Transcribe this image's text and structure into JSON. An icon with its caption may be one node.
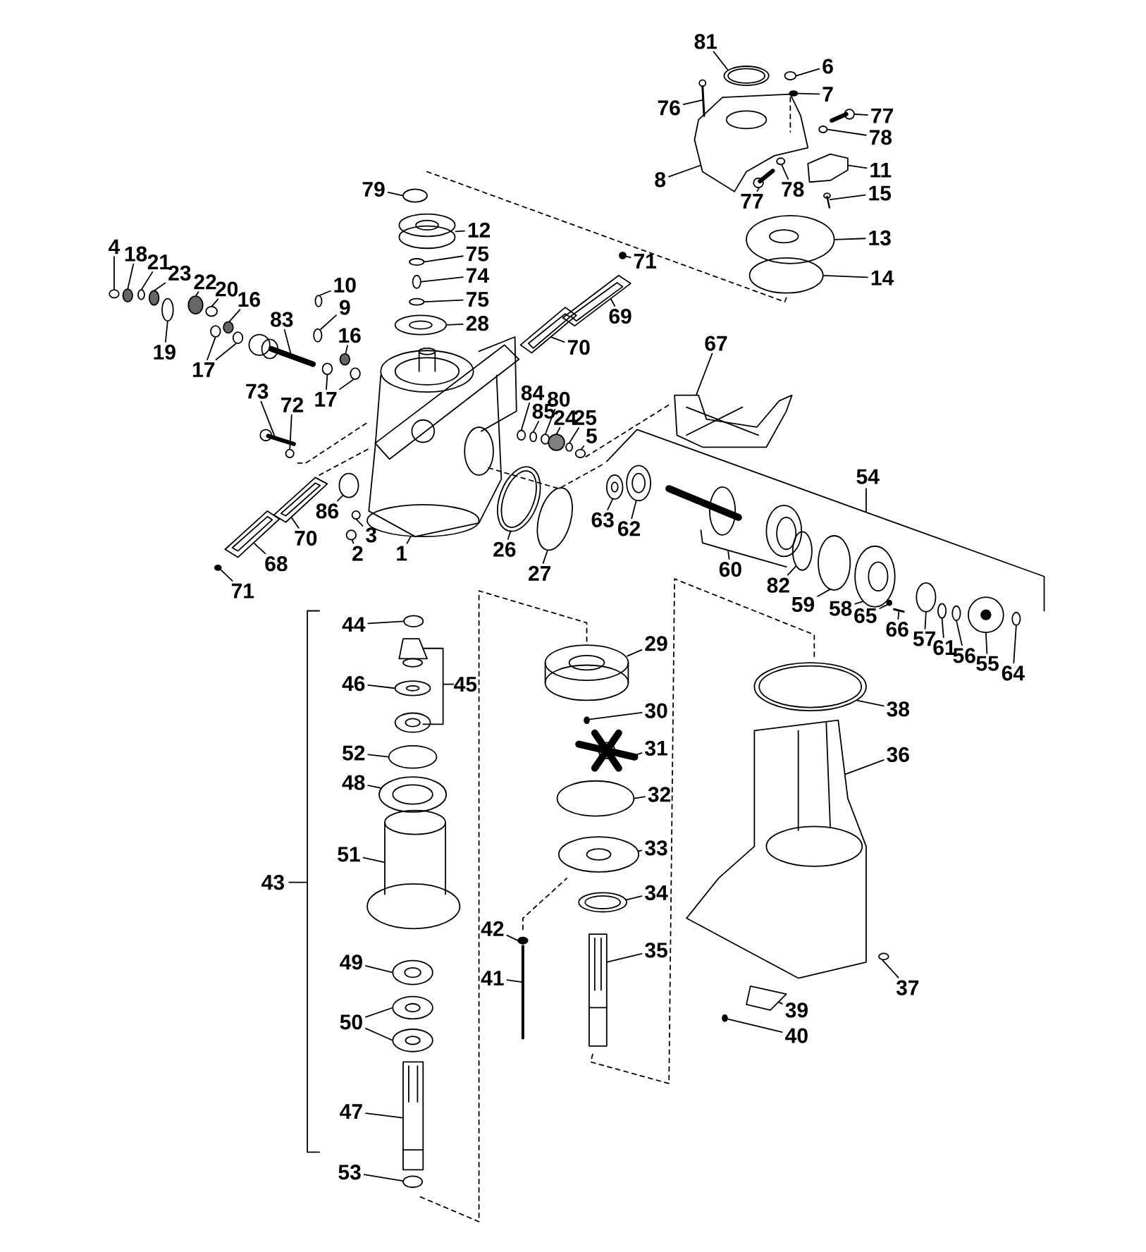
{
  "diagram": {
    "nodes": [
      {
        "text": [
          "81"
        ]
      },
      {
        "text": [
          "6"
        ]
      },
      {
        "text": [
          "7"
        ]
      },
      {
        "text": [
          "76"
        ]
      },
      {
        "text": [
          "77"
        ]
      },
      {
        "text": [
          "78"
        ]
      },
      {
        "text": [
          "8"
        ]
      },
      {
        "text": [
          "11"
        ]
      },
      {
        "text": [
          "15"
        ]
      },
      {
        "text": [
          "77"
        ]
      },
      {
        "text": [
          "78"
        ]
      },
      {
        "text": [
          "79"
        ]
      },
      {
        "text": [
          "12"
        ]
      },
      {
        "text": [
          "13"
        ]
      },
      {
        "text": [
          "75"
        ]
      },
      {
        "text": [
          "71"
        ]
      },
      {
        "text": [
          "74"
        ]
      },
      {
        "text": [
          "14"
        ]
      },
      {
        "text": [
          "75"
        ]
      },
      {
        "text": [
          "69"
        ]
      },
      {
        "text": [
          "28"
        ]
      },
      {
        "text": [
          "4"
        ]
      },
      {
        "text": [
          "18"
        ]
      },
      {
        "text": [
          "21"
        ]
      },
      {
        "text": [
          "23"
        ]
      },
      {
        "text": [
          "22"
        ]
      },
      {
        "text": [
          "20"
        ]
      },
      {
        "text": [
          "16"
        ]
      },
      {
        "text": [
          "10"
        ]
      },
      {
        "text": [
          "9"
        ]
      },
      {
        "text": [
          "83"
        ]
      },
      {
        "text": [
          "19"
        ]
      },
      {
        "text": [
          "16"
        ]
      },
      {
        "text": [
          "70"
        ]
      },
      {
        "text": [
          "17"
        ]
      },
      {
        "text": [
          "67"
        ]
      },
      {
        "text": [
          "73"
        ]
      },
      {
        "text": [
          "84"
        ]
      },
      {
        "text": [
          "17"
        ]
      },
      {
        "text": [
          "80"
        ]
      },
      {
        "text": [
          "72"
        ]
      },
      {
        "text": [
          "85"
        ]
      },
      {
        "text": [
          "24"
        ]
      },
      {
        "text": [
          "25"
        ]
      },
      {
        "text": [
          "5"
        ]
      },
      {
        "text": [
          "86"
        ]
      },
      {
        "text": [
          "63"
        ]
      },
      {
        "text": [
          "62"
        ]
      },
      {
        "text": [
          "3"
        ]
      },
      {
        "text": [
          "26"
        ]
      },
      {
        "text": [
          "70"
        ]
      },
      {
        "text": [
          "2"
        ]
      },
      {
        "text": [
          "1"
        ]
      },
      {
        "text": [
          "27"
        ]
      },
      {
        "text": [
          "68"
        ]
      },
      {
        "text": [
          "60"
        ]
      },
      {
        "text": [
          "71"
        ]
      },
      {
        "text": [
          "82"
        ]
      },
      {
        "text": [
          "59"
        ]
      },
      {
        "text": [
          "58"
        ]
      },
      {
        "text": [
          "65"
        ]
      },
      {
        "text": [
          "66"
        ]
      },
      {
        "text": [
          "57"
        ]
      },
      {
        "text": [
          "61"
        ]
      },
      {
        "text": [
          "56"
        ]
      },
      {
        "text": [
          "55"
        ]
      },
      {
        "text": [
          "64"
        ]
      },
      {
        "text": [
          "44"
        ]
      },
      {
        "text": [
          "29"
        ]
      },
      {
        "text": [
          "46"
        ]
      },
      {
        "text": [
          "30"
        ]
      },
      {
        "text": [
          "38"
        ]
      },
      {
        "text": [
          "31"
        ]
      },
      {
        "text": [
          "52"
        ]
      },
      {
        "text": [
          "36"
        ]
      },
      {
        "text": [
          "48"
        ]
      },
      {
        "text": [
          "32"
        ]
      },
      {
        "text": [
          "33"
        ]
      },
      {
        "text": [
          "51"
        ]
      },
      {
        "text": [
          "34"
        ]
      },
      {
        "text": [
          "42"
        ]
      },
      {
        "text": [
          "35"
        ]
      },
      {
        "text": [
          "49"
        ]
      },
      {
        "text": [
          "41"
        ]
      },
      {
        "text": [
          "37"
        ]
      },
      {
        "text": [
          "39"
        ]
      },
      {
        "text": [
          "50"
        ]
      },
      {
        "text": [
          "40"
        ]
      },
      {
        "text": [
          "47"
        ]
      },
      {
        "text": [
          "53"
        ]
      },
      {
        "text": [],
        "shape": "circle"
      },
      {
        "text": [],
        "shape": "circle"
      },
      {
        "text": [],
        "shape": "circle"
      },
      {
        "text": [],
        "shape": "picture"
      },
      {
        "text": [],
        "shape": "picture"
      },
      {
        "text": [],
        "shape": "circle"
      },
      {
        "text": [],
        "shape": "picture"
      },
      {
        "text": [],
        "shape": "picture"
      },
      {
        "text": [],
        "shape": "picture"
      },
      {
        "text": [],
        "shape": "picture"
      },
      {
        "text": [],
        "shape": "circle"
      },
      {
        "text": [],
        "shape": "circle"
      },
      {
        "text": [],
        "shape": "picture"
      },
      {
        "text": [],
        "shape": "circle"
      },
      {
        "text": [],
        "shape": "circle"
      },
      {
        "text": [],
        "shape": "circle"
      },
      {
        "text": [],
        "shape": "circle"
      },
      {
        "text": [],
        "shape": "circle"
      },
      {
        "text": [],
        "shape": "circle"
      },
      {
        "text": [],
        "shape": "picture"
      },
      {
        "text": [],
        "shape": "circle"
      },
      {
        "text": [],
        "shape": "circle"
      },
      {
        "text": [],
        "shape": "circle"
      },
      {
        "text": [],
        "shape": "circle"
      },
      {
        "text": [],
        "shape": "circle"
      },
      {
        "text": [],
        "shape": "circle"
      },
      {
        "text": [],
        "shape": "circle"
      },
      {
        "text": [],
        "shape": "circle"
      },
      {
        "text": [],
        "shape": "circle"
      },
      {
        "text": [],
        "shape": "circle"
      },
      {
        "text": [],
        "shape": "picture"
      },
      {
        "text": [],
        "shape": "circle"
      },
      {
        "text": [],
        "shape": "circle"
      },
      {
        "text": [],
        "shape": "picture"
      },
      {
        "text": [],
        "shape": "circle"
      },
      {
        "text": [],
        "shape": "circle"
      },
      {
        "text": [],
        "shape": "picture"
      },
      {
        "text": [],
        "shape": "picture"
      },
      {
        "text": [],
        "shape": "circle"
      },
      {
        "text": [],
        "shape": "circle"
      },
      {
        "text": [],
        "shape": "circle"
      },
      {
        "text": [],
        "shape": "circle"
      },
      {
        "text": [],
        "shape": "circle"
      },
      {
        "text": [],
        "shape": "circle"
      },
      {
        "text": [],
        "shape": "circle"
      },
      {
        "text": [],
        "shape": "circle"
      },
      {
        "text": [],
        "shape": "circle"
      },
      {
        "text": [],
        "shape": "circle"
      },
      {
        "text": [],
        "shape": "circle"
      },
      {
        "text": [],
        "shape": "circle"
      },
      {
        "text": [],
        "shape": "circle"
      },
      {
        "text": [],
        "shape": "circle"
      },
      {
        "text": [],
        "shape": "picture"
      },
      {
        "text": [],
        "shape": "circle"
      },
      {
        "text": [],
        "shape": "picture"
      },
      {
        "text": [],
        "shape": "circle"
      },
      {
        "text": [],
        "shape": "picture"
      },
      {
        "text": [],
        "shape": "picture"
      },
      {
        "text": [],
        "shape": "circle"
      },
      {
        "text": [],
        "shape": "circle"
      },
      {
        "text": [],
        "shape": "circle"
      },
      {
        "text": [],
        "shape": "circle"
      },
      {
        "text": [],
        "shape": "circle"
      },
      {
        "text": [],
        "shape": "picture"
      },
      {
        "text": [],
        "shape": "circle"
      },
      {
        "text": [],
        "shape": "circle"
      },
      {
        "text": [],
        "shape": "circle"
      },
      {
        "text": [],
        "shape": "picture"
      },
      {
        "text": [],
        "shape": "circle"
      },
      {
        "text": [],
        "shape": "circle"
      },
      {
        "text": [],
        "shape": "picture"
      },
      {
        "text": [],
        "shape": "circle"
      },
      {
        "text": [],
        "shape": "circle"
      },
      {
        "text": [],
        "shape": "circle"
      },
      {
        "text": [],
        "shape": "picture"
      },
      {
        "text": [],
        "shape": "circle"
      },
      {
        "text": [],
        "shape": "picture"
      },
      {
        "text": [],
        "shape": "circle"
      },
      {
        "text": [],
        "shape": "circle"
      },
      {
        "text": [],
        "shape": "circle"
      },
      {
        "text": [],
        "shape": "picture"
      },
      {
        "text": [],
        "shape": "circle"
      },
      {
        "text": [],
        "shape": "circle"
      },
      {
        "text": [],
        "shape": "picture"
      },
      {
        "text": [],
        "shape": "circle"
      },
      {
        "text": [],
        "shape": "picture"
      },
      {
        "text": [],
        "shape": "circle"
      },
      {
        "text": [],
        "shape": "picture"
      },
      {
        "text": [],
        "shape": "circle"
      },
      {
        "text": [],
        "shape": "circle"
      },
      {
        "text": [],
        "shape": "circle"
      },
      {
        "text": [],
        "shape": "picture"
      },
      {
        "text": [],
        "shape": "circle"
      }
    ],
    "edges": [
      {
        "from": 0,
        "to": 90,
        "arrow": "none"
      },
      {
        "from": 1,
        "to": 91,
        "arrow": "none"
      },
      {
        "from": 2,
        "to": 92,
        "arrow": "none"
      },
      {
        "from": 3,
        "to": 93,
        "arrow": "none"
      },
      {
        "from": 4,
        "to": 94,
        "arrow": "none"
      },
      {
        "from": 5,
        "to": 95,
        "arrow": "none"
      },
      {
        "from": 6,
        "to": 96,
        "arrow": "none"
      },
      {
        "from": 7,
        "to": 97,
        "arrow": "none"
      },
      {
        "from": 8,
        "to": 98,
        "arrow": "none"
      },
      {
        "from": 9,
        "to": 99,
        "arrow": "none"
      },
      {
        "from": 10,
        "to": 100,
        "arrow": "none"
      },
      {
        "from": 11,
        "to": 101,
        "arrow": "none"
      },
      {
        "from": 12,
        "to": 102,
        "arrow": "none"
      },
      {
        "from": 13,
        "to": 103,
        "arrow": "none"
      },
      {
        "from": 14,
        "to": 104,
        "arrow": "none"
      },
      {
        "from": 15,
        "to": 105,
        "arrow": "none"
      },
      {
        "from": 16,
        "to": 106,
        "arrow": "none"
      },
      {
        "from": 17,
        "to": 107,
        "arrow": "none"
      },
      {
        "from": 18,
        "to": 108,
        "arrow": "none"
      },
      {
        "from": 19,
        "to": 109,
        "arrow": "none"
      },
      {
        "from": 20,
        "to": 110,
        "arrow": "none"
      },
      {
        "from": 21,
        "to": 111,
        "arrow": "none"
      },
      {
        "from": 22,
        "to": 112,
        "arrow": "none"
      },
      {
        "from": 23,
        "to": 113,
        "arrow": "none"
      },
      {
        "from": 24,
        "to": 114,
        "arrow": "none"
      },
      {
        "from": 25,
        "to": 115,
        "arrow": "none"
      },
      {
        "from": 26,
        "to": 116,
        "arrow": "none"
      },
      {
        "from": 27,
        "to": 117,
        "arrow": "none"
      },
      {
        "from": 28,
        "to": 118,
        "arrow": "none"
      },
      {
        "from": 29,
        "to": 119,
        "arrow": "none"
      },
      {
        "from": 30,
        "to": 120,
        "arrow": "none"
      },
      {
        "from": 31,
        "to": 121,
        "arrow": "none"
      },
      {
        "from": 32,
        "to": 122,
        "arrow": "none"
      },
      {
        "from": 33,
        "to": 123,
        "arrow": "none"
      },
      {
        "from": 34,
        "to": 124,
        "arrow": "none"
      },
      {
        "from": 34,
        "to": 125,
        "arrow": "none"
      },
      {
        "from": 35,
        "to": 126,
        "arrow": "none"
      },
      {
        "from": 36,
        "to": 127,
        "arrow": "none"
      },
      {
        "from": 37,
        "to": 128,
        "arrow": "none"
      },
      {
        "from": 38,
        "to": 129,
        "arrow": "none"
      },
      {
        "from": 38,
        "to": 130,
        "arrow": "none"
      },
      {
        "from": 39,
        "to": 131,
        "arrow": "none"
      },
      {
        "from": 40,
        "to": 132,
        "arrow": "none"
      },
      {
        "from": 41,
        "to": 133,
        "arrow": "none"
      },
      {
        "from": 42,
        "to": 134,
        "arrow": "none"
      },
      {
        "from": 43,
        "to": 135,
        "arrow": "none"
      },
      {
        "from": 44,
        "to": 136,
        "arrow": "none"
      },
      {
        "from": 45,
        "to": 137,
        "arrow": "none"
      },
      {
        "from": 46,
        "to": 138,
        "arrow": "none"
      },
      {
        "from": 47,
        "to": 139,
        "arrow": "none"
      },
      {
        "from": 48,
        "to": 140,
        "arrow": "none"
      },
      {
        "from": 49,
        "to": 141,
        "arrow": "none"
      },
      {
        "from": 50,
        "to": 142,
        "arrow": "none"
      },
      {
        "from": 51,
        "to": 143,
        "arrow": "none"
      },
      {
        "from": 52,
        "to": 144,
        "arrow": "none"
      },
      {
        "from": 53,
        "to": 145,
        "arrow": "none"
      },
      {
        "from": 54,
        "to": 146,
        "arrow": "none"
      },
      {
        "from": 55,
        "to": 147,
        "arrow": "none"
      },
      {
        "from": 56,
        "to": 148,
        "arrow": "none"
      },
      {
        "from": 57,
        "to": 149,
        "arrow": "none"
      },
      {
        "from": 58,
        "to": 150,
        "arrow": "none"
      },
      {
        "from": 59,
        "to": 151,
        "arrow": "none"
      },
      {
        "from": 60,
        "to": 152,
        "arrow": "none"
      },
      {
        "from": 61,
        "to": 153,
        "arrow": "none"
      },
      {
        "from": 62,
        "to": 154,
        "arrow": "none"
      },
      {
        "from": 63,
        "to": 155,
        "arrow": "none"
      },
      {
        "from": 64,
        "to": 156,
        "arrow": "none"
      },
      {
        "from": 65,
        "to": 157,
        "arrow": "none"
      },
      {
        "from": 66,
        "to": 158,
        "arrow": "none"
      },
      {
        "from": 67,
        "to": 159,
        "arrow": "none"
      },
      {
        "from": 68,
        "to": 160,
        "arrow": "none"
      },
      {
        "from": 69,
        "to": 161,
        "arrow": "none"
      },
      {
        "from": 70,
        "to": 162,
        "arrow": "none"
      },
      {
        "from": 71,
        "to": 163,
        "arrow": "none"
      },
      {
        "from": 72,
        "to": 164,
        "arrow": "none"
      },
      {
        "from": 73,
        "to": 165,
        "arrow": "none"
      },
      {
        "from": 74,
        "to": 166,
        "arrow": "none"
      },
      {
        "from": 75,
        "to": 167,
        "arrow": "none"
      },
      {
        "from": 76,
        "to": 168,
        "arrow": "none"
      },
      {
        "from": 77,
        "to": 169,
        "arrow": "none"
      },
      {
        "from": 78,
        "to": 170,
        "arrow": "none"
      },
      {
        "from": 79,
        "to": 171,
        "arrow": "none"
      },
      {
        "from": 80,
        "to": 172,
        "arrow": "none"
      },
      {
        "from": 81,
        "to": 173,
        "arrow": "none"
      },
      {
        "from": 82,
        "to": 174,
        "arrow": "none"
      },
      {
        "from": 83,
        "to": 175,
        "arrow": "none"
      },
      {
        "from": 84,
        "to": 176,
        "arrow": "none"
      },
      {
        "from": 85,
        "to": 177,
        "arrow": "none"
      },
      {
        "from": 86,
        "to": 178,
        "arrow": "none"
      },
      {
        "from": 86,
        "to": 179,
        "arrow": "none"
      },
      {
        "from": 87,
        "to": 180,
        "arrow": "none"
      },
      {
        "from": 88,
        "to": 181,
        "arrow": "none"
      },
      {
        "from": 89,
        "to": 182,
        "arrow": "none"
      },
      {
        "from": 160,
        "to": 182,
        "arrow": "none",
        "style": "dashed"
      },
      {
        "from": 163,
        "to": 173,
        "arrow": "none",
        "style": "dashed"
      },
      {
        "from": 136,
        "to": 126,
        "arrow": "none",
        "style": "dashed"
      },
      {
        "from": 132,
        "to": 144,
        "arrow": "none",
        "style": "dashed"
      },
      {
        "from": 142,
        "to": 144,
        "arrow": "none",
        "style": "dashed"
      }
    ],
    "labels": [
      "54",
      "45",
      "43"
    ]
  }
}
